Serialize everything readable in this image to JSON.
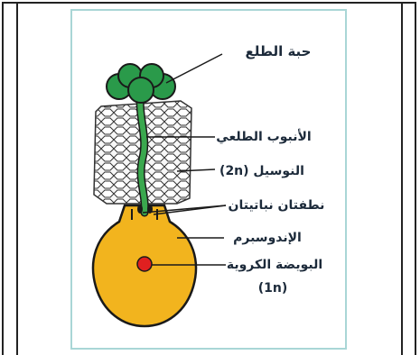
{
  "diagram": {
    "labels": {
      "pollen_grain": "حبة الطلع",
      "pollen_tube": "الأنبوب الطلعي",
      "nucellus": "النوسيل (2n)",
      "sperm_nuclei": "نطفتان نباتيتان",
      "endosperm": "الإندوسبرم",
      "egg_cell_line1": "البويضة الكروية",
      "egg_cell_line2": "(1n)"
    },
    "colors": {
      "frame_border": "#a9d6d6",
      "pollen_green": "#2a9a4a",
      "tube_green": "#3aa84e",
      "ovule_yellow": "#f2b41e",
      "egg_red": "#e02020",
      "nucellus_fill": "#f4f4f4",
      "outline": "#1a1a1a"
    }
  }
}
